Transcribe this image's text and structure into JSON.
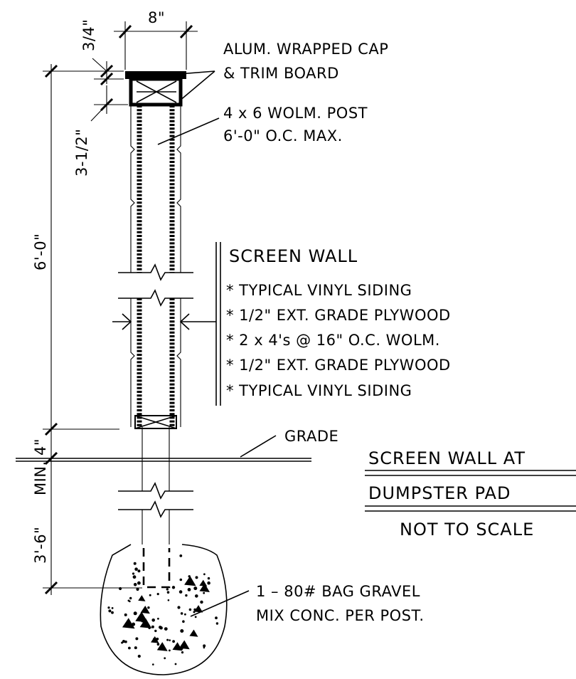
{
  "dimensions": {
    "cap_width": "8\"",
    "cap_thickness": "3/4\"",
    "trim_height": "3-1/2\"",
    "wall_height": "6'-0\"",
    "grade_gap": "4\"",
    "embed_depth": "3'-6\"",
    "embed_min": "MIN."
  },
  "callouts": {
    "cap_line1": "ALUM. WRAPPED CAP",
    "cap_line2": "& TRIM BOARD",
    "post_line1": "4 x 6 WOLM. POST",
    "post_line2": "6'-0\" O.C. MAX.",
    "grade": "GRADE",
    "footing_line1": "1 – 80# BAG GRAVEL",
    "footing_line2": "MIX CONC. PER POST."
  },
  "section": {
    "title": "SCREEN WALL",
    "layers": [
      "* TYPICAL VINYL SIDING",
      "* 1/2\" EXT. GRADE PLYWOOD",
      "* 2 x 4's @ 16\" O.C. WOLM.",
      "* 1/2\" EXT. GRADE PLYWOOD",
      "* TYPICAL VINYL SIDING"
    ]
  },
  "title_block": {
    "line1": "SCREEN WALL AT",
    "line2": "DUMPSTER PAD",
    "scale": "NOT TO SCALE"
  }
}
